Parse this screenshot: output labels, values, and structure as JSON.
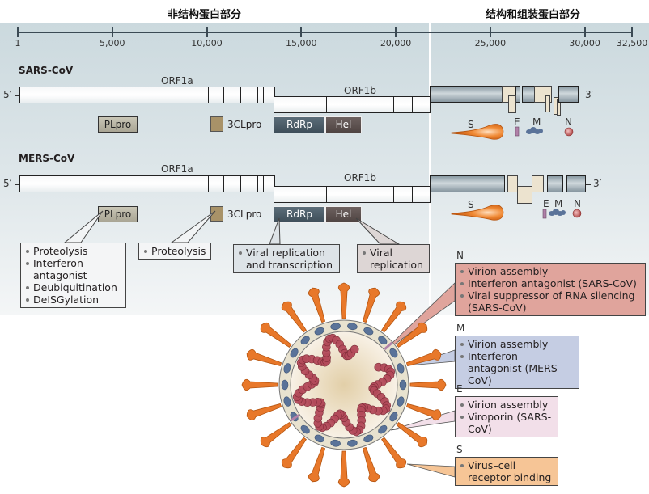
{
  "headers": {
    "nonstructural": "非结构蛋白部分",
    "structural": "结构和组装蛋白部分"
  },
  "axis": {
    "ticks": [
      "1",
      "5,000",
      "10,000",
      "15,000",
      "20,000",
      "25,000",
      "30,000",
      "32,500"
    ],
    "tick_values": [
      1,
      5000,
      10000,
      15000,
      20000,
      25000,
      30000,
      32500
    ],
    "range": [
      1,
      32500
    ]
  },
  "genomes": [
    {
      "name": "SARS-CoV",
      "orf1a_label": "ORF1a",
      "orf1b_label": "ORF1b",
      "five_prime": "5′",
      "three_prime": "3′",
      "proteins": {
        "plpro": "PLpro",
        "clpro": "3CLpro",
        "rdrp": "RdRp",
        "hel": "Hel"
      },
      "structural_labels": {
        "s": "S",
        "e": "E",
        "m": "M",
        "n": "N"
      }
    },
    {
      "name": "MERS-CoV",
      "orf1a_label": "ORF1a",
      "orf1b_label": "ORF1b",
      "five_prime": "5′",
      "three_prime": "3′",
      "proteins": {
        "plpro": "PLpro",
        "clpro": "3CLpro",
        "rdrp": "RdRp",
        "hel": "Hel"
      },
      "structural_labels": {
        "s": "S",
        "e": "E",
        "m": "M",
        "n": "N"
      }
    }
  ],
  "function_callouts": {
    "plpro": [
      "Proteolysis",
      "Interferon antagonist",
      "Deubiquitination",
      "DeISGylation"
    ],
    "clpro": [
      "Proteolysis"
    ],
    "rdrp": [
      "Viral replication and transcription"
    ],
    "hel": [
      "Viral replication"
    ]
  },
  "structural_callouts": [
    {
      "letter": "N",
      "color": "#e0a49c",
      "items": [
        "Virion assembly",
        "Interferon antagonist (SARS-CoV)",
        "Viral suppressor of RNA silencing (SARS-CoV)"
      ]
    },
    {
      "letter": "M",
      "color": "#c5cde3",
      "items": [
        "Virion assembly",
        "Interferon antagonist (MERS-CoV)"
      ]
    },
    {
      "letter": "E",
      "color": "#f2dfe9",
      "items": [
        "Virion assembly",
        "Viroporin (SARS-CoV)"
      ]
    },
    {
      "letter": "S",
      "color": "#f6c596",
      "items": [
        "Virus–cell receptor binding"
      ]
    }
  ],
  "colors": {
    "spike": "#e8782a",
    "membrane_protein": "#5a7399",
    "nucleocapsid": "#b34a5a",
    "envelope": "#b080a8",
    "rdrp": "#4a5b66",
    "hel": "#5e5250",
    "plpro": "#b8b4a3",
    "clpro": "#a89268"
  }
}
